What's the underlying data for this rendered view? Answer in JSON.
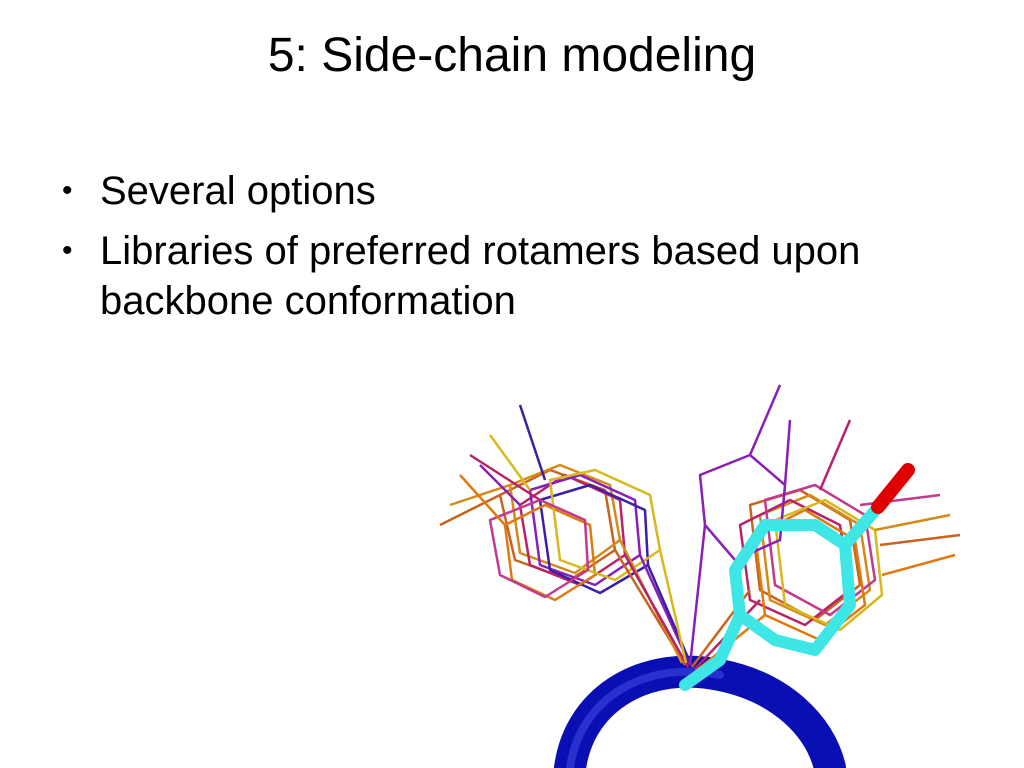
{
  "slide": {
    "title": "5: Side-chain modeling",
    "bullets": [
      "Several options",
      "Libraries of preferred rotamers based upon backbone conformation"
    ],
    "bullet_symbol": "•"
  },
  "figure": {
    "description_icon": "rotamer-superposition-image",
    "colors": {
      "backbone": "#0a0fb4",
      "highlight": "#3fe6e6",
      "oxygen": "#e00000",
      "wires": [
        "#c8641e",
        "#d48a18",
        "#b8226a",
        "#8a1fb6",
        "#3b1fa8",
        "#d8b81c",
        "#c23a8c",
        "#e07a10"
      ]
    }
  }
}
